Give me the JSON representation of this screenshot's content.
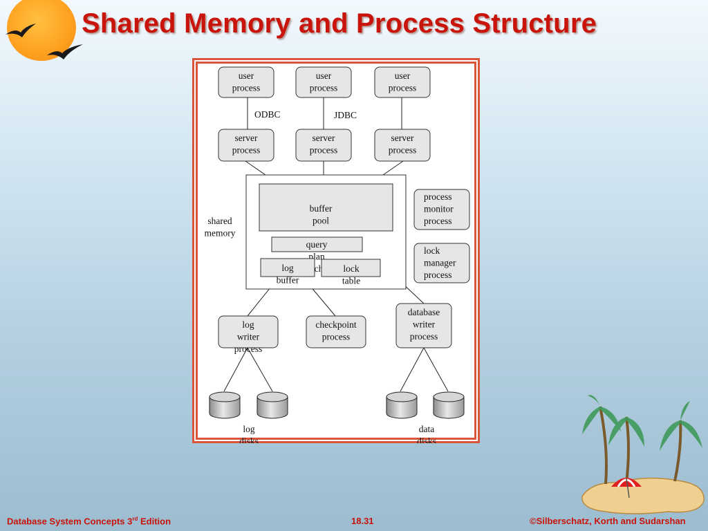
{
  "slide": {
    "title": "Shared Memory and Process Structure"
  },
  "diagram": {
    "user_process": "user process",
    "odbc": "ODBC",
    "jdbc": "JDBC",
    "server_process": "server process",
    "shared_memory": "shared memory",
    "buffer_pool": "buffer pool",
    "query_plan_cache": "query plan cache",
    "log_buffer": "log buffer",
    "lock_table": "lock table",
    "process_monitor": "process monitor process",
    "lock_manager": "lock manager process",
    "log_writer": "log writer process",
    "checkpoint": "checkpoint process",
    "db_writer": "database writer process",
    "log_disks": "log disks",
    "data_disks": "data disks"
  },
  "footer": {
    "left_main": "Database System Concepts 3",
    "left_sup": "rd",
    "left_end": " Edition",
    "center": "18.31",
    "right": "©Silberschatz, Korth and Sudarshan"
  },
  "colors": {
    "title": "#c8140a",
    "frame": "#d8553a",
    "node_fill": "#e6e6e6"
  }
}
